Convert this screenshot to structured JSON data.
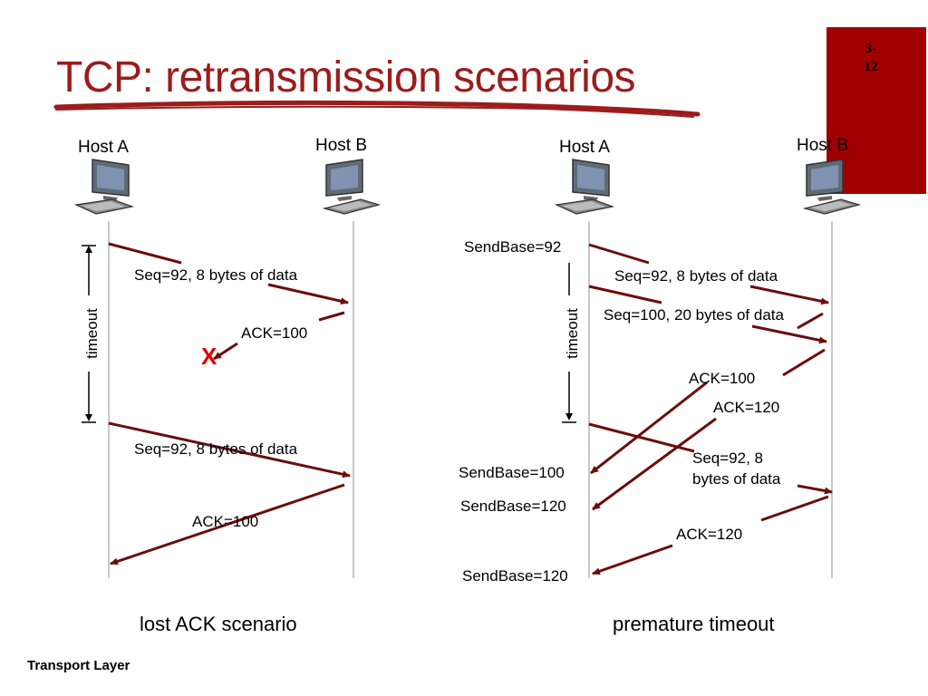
{
  "slide": {
    "title": "TCP: retransmission scenarios",
    "page_number": "3-\n12",
    "footer": "Transport Layer"
  },
  "colors": {
    "title": "#9b1c1c",
    "accent": "#a00000",
    "arrow": "#6b0d0d",
    "lost": "#e00000"
  },
  "left": {
    "host_a": "Host A",
    "host_b": "Host B",
    "timeout": "timeout",
    "msgs": [
      "Seq=92, 8 bytes of data",
      "ACK=100",
      "Seq=92, 8 bytes of data",
      "ACK=100"
    ],
    "lost_mark": "X",
    "caption": "lost ACK scenario"
  },
  "right": {
    "host_a": "Host A",
    "host_b": "Host B",
    "timeout": "timeout",
    "sendbase": [
      "SendBase=92",
      "SendBase=100",
      "SendBase=120",
      "SendBase=120"
    ],
    "msgs": [
      "Seq=92, 8 bytes of data",
      "Seq=100, 20 bytes of data",
      "ACK=100",
      "ACK=120",
      "Seq=92,  8\nbytes of data",
      "ACK=120"
    ],
    "caption": "premature timeout"
  },
  "icons": [
    "computer-icon"
  ]
}
